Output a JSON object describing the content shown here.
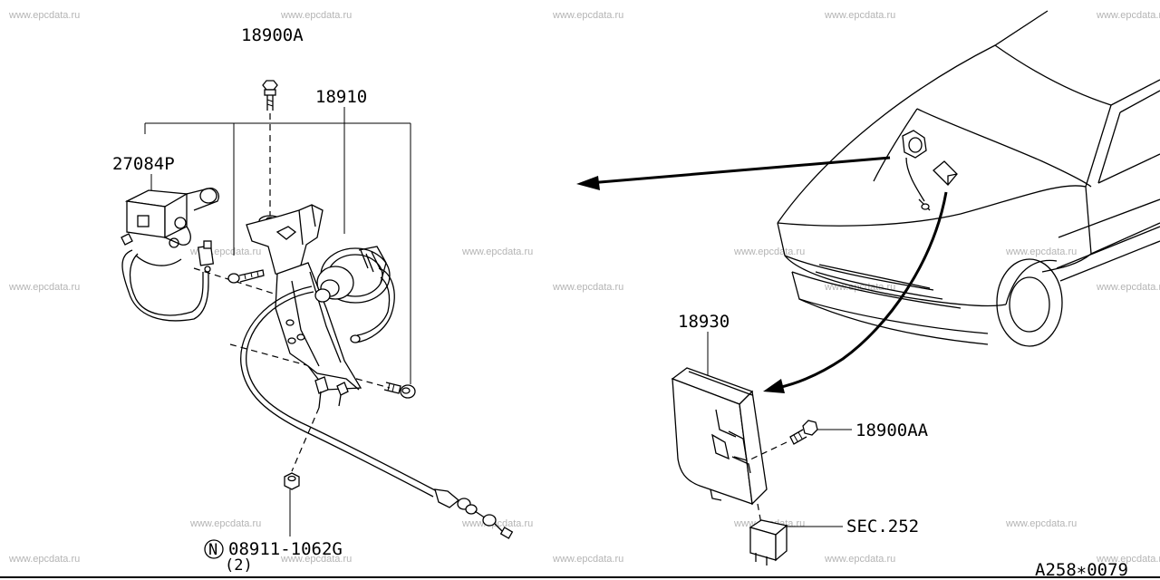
{
  "watermark": "www.epcdata.ru",
  "labels": {
    "p18900A": "18900A",
    "p18910": "18910",
    "p27084P": "27084P",
    "p18930": "18930",
    "p18900AA": "18900AA",
    "sec": "SEC.252",
    "nut_symbol": "N",
    "nut_part": "08911-1062G",
    "nut_qty": "(2)",
    "diagram_code": "A258∗0079"
  }
}
